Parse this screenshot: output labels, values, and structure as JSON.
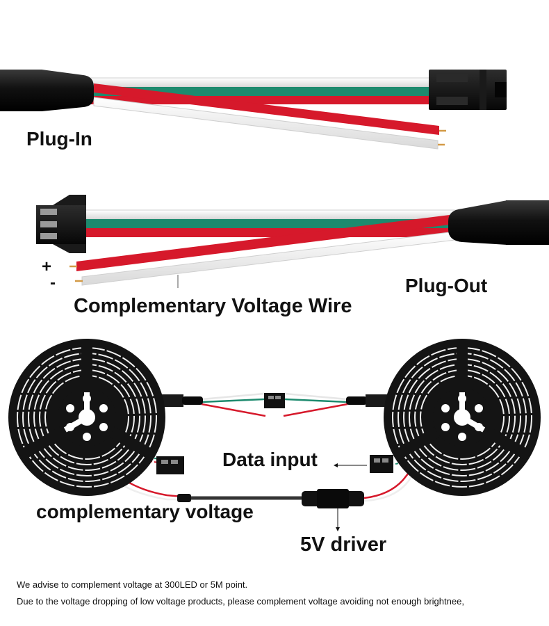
{
  "labels": {
    "plug_in": "Plug-In",
    "plug_out": "Plug-Out",
    "complementary_voltage_wire": "Complementary Voltage Wire",
    "plus_sign": "+",
    "minus_sign": "-",
    "data_input": "Data input",
    "complementary_voltage": "complementary voltage",
    "driver": "5V driver"
  },
  "notes": {
    "line1": "We advise to complement voltage at 300LED or 5M point.",
    "line2": "Due to the voltage dropping of low voltage products,  please complement voltage avoiding not enough brightnee,"
  },
  "colors": {
    "wire_white": "#f2f2f2",
    "wire_green": "#1d8a6e",
    "wire_red": "#d6192b",
    "sleeve": "#141414",
    "copper": "#d39a46"
  },
  "icons": [
    "connector-icon",
    "led-reel-icon",
    "driver-icon",
    "arrow-icon"
  ]
}
